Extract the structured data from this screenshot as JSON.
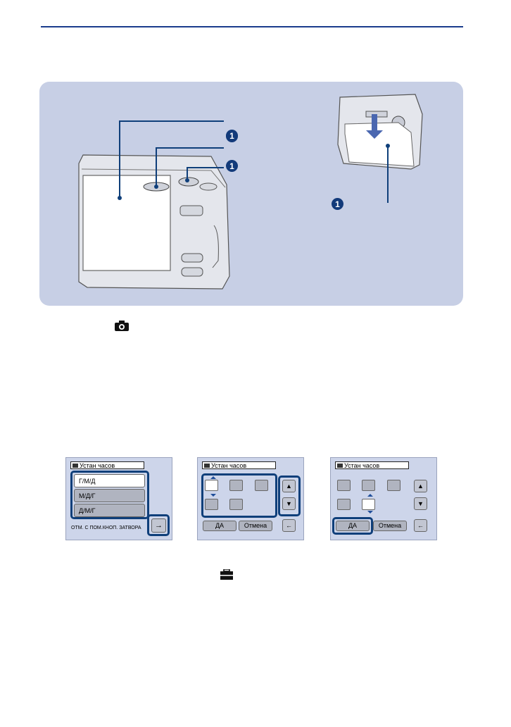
{
  "panel": {
    "callouts": [
      "1",
      "1",
      "1",
      "1"
    ]
  },
  "screens": [
    {
      "title": "Устан часов",
      "options": [
        "Г/М/Д",
        "М/Д/Г",
        "Д/М/Г"
      ],
      "note": "ОТМ. С ПОМ.КНОП. ЗАТВОРА",
      "next_label": "→"
    },
    {
      "title": "Устан часов",
      "ok_label": "ДА",
      "cancel_label": "Отмена",
      "back_label": "←"
    },
    {
      "title": "Устан часов",
      "ok_label": "ДА",
      "cancel_label": "Отмена",
      "back_label": "←"
    }
  ],
  "icons": {
    "camera": "camera-icon",
    "toolbox": "toolbox-icon"
  },
  "colors": {
    "rule": "#1a3c8c",
    "panel": "#c7cfe5",
    "highlight": "#0f3f7a",
    "callout": "#123a7a"
  }
}
